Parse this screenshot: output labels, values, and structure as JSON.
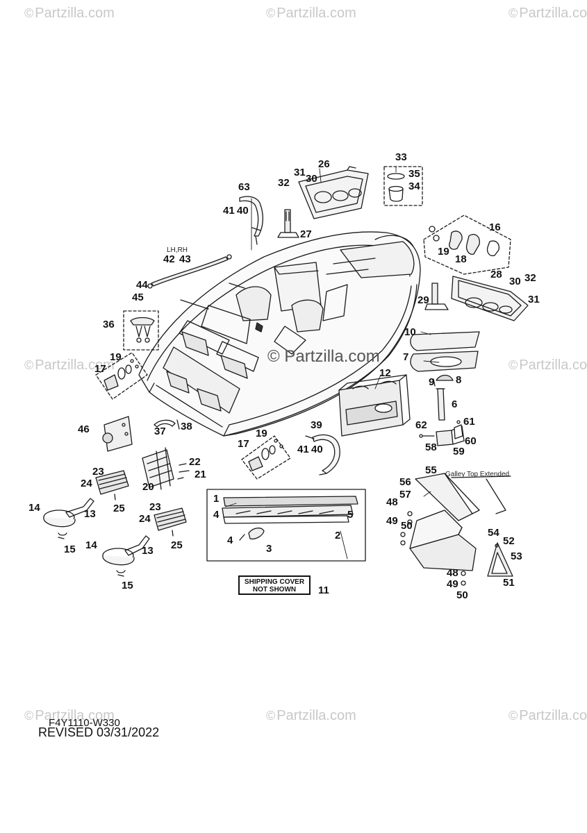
{
  "watermark": {
    "text": "Partzilla.com",
    "symbol": "©",
    "center_text": "© Partzilla.com"
  },
  "diagram": {
    "code": "F4Y1110-W330",
    "revised": "REVISED 03/31/2022",
    "shipping_cover_line1": "SHIPPING COVER",
    "shipping_cover_line2": "NOT SHOWN",
    "galley_note": "Galley Top Extended",
    "side_note": "LH,RH"
  },
  "callouts": {
    "n1": "1",
    "n2": "2",
    "n3": "3",
    "n4": "4",
    "n5": "5",
    "n6": "6",
    "n7": "7",
    "n8": "8",
    "n9": "9",
    "n10": "10",
    "n11": "11",
    "n12": "12",
    "n13": "13",
    "n14": "14",
    "n15": "15",
    "n16": "16",
    "n17": "17",
    "n18": "18",
    "n19": "19",
    "n20": "20",
    "n21": "21",
    "n22": "22",
    "n23": "23",
    "n24": "24",
    "n25": "25",
    "n26": "26",
    "n27": "27",
    "n28": "28",
    "n29": "29",
    "n30": "30",
    "n31": "31",
    "n32": "32",
    "n33": "33",
    "n34": "34",
    "n35": "35",
    "n36": "36",
    "n37": "37",
    "n38": "38",
    "n39": "39",
    "n40": "40",
    "n41": "41",
    "n42": "42",
    "n43": "43",
    "n44": "44",
    "n45": "45",
    "n46": "46",
    "n48": "48",
    "n49": "49",
    "n50": "50",
    "n51": "51",
    "n52": "52",
    "n53": "53",
    "n54": "54",
    "n55": "55",
    "n56": "56",
    "n57": "57",
    "n58": "58",
    "n59": "59",
    "n60": "60",
    "n61": "61",
    "n62": "62",
    "n63": "63"
  },
  "colors": {
    "line": "#1a1a1a",
    "fill_light": "#eeeeee",
    "fill_mid": "#d5d5d5",
    "watermark": "#c8c8c8"
  }
}
